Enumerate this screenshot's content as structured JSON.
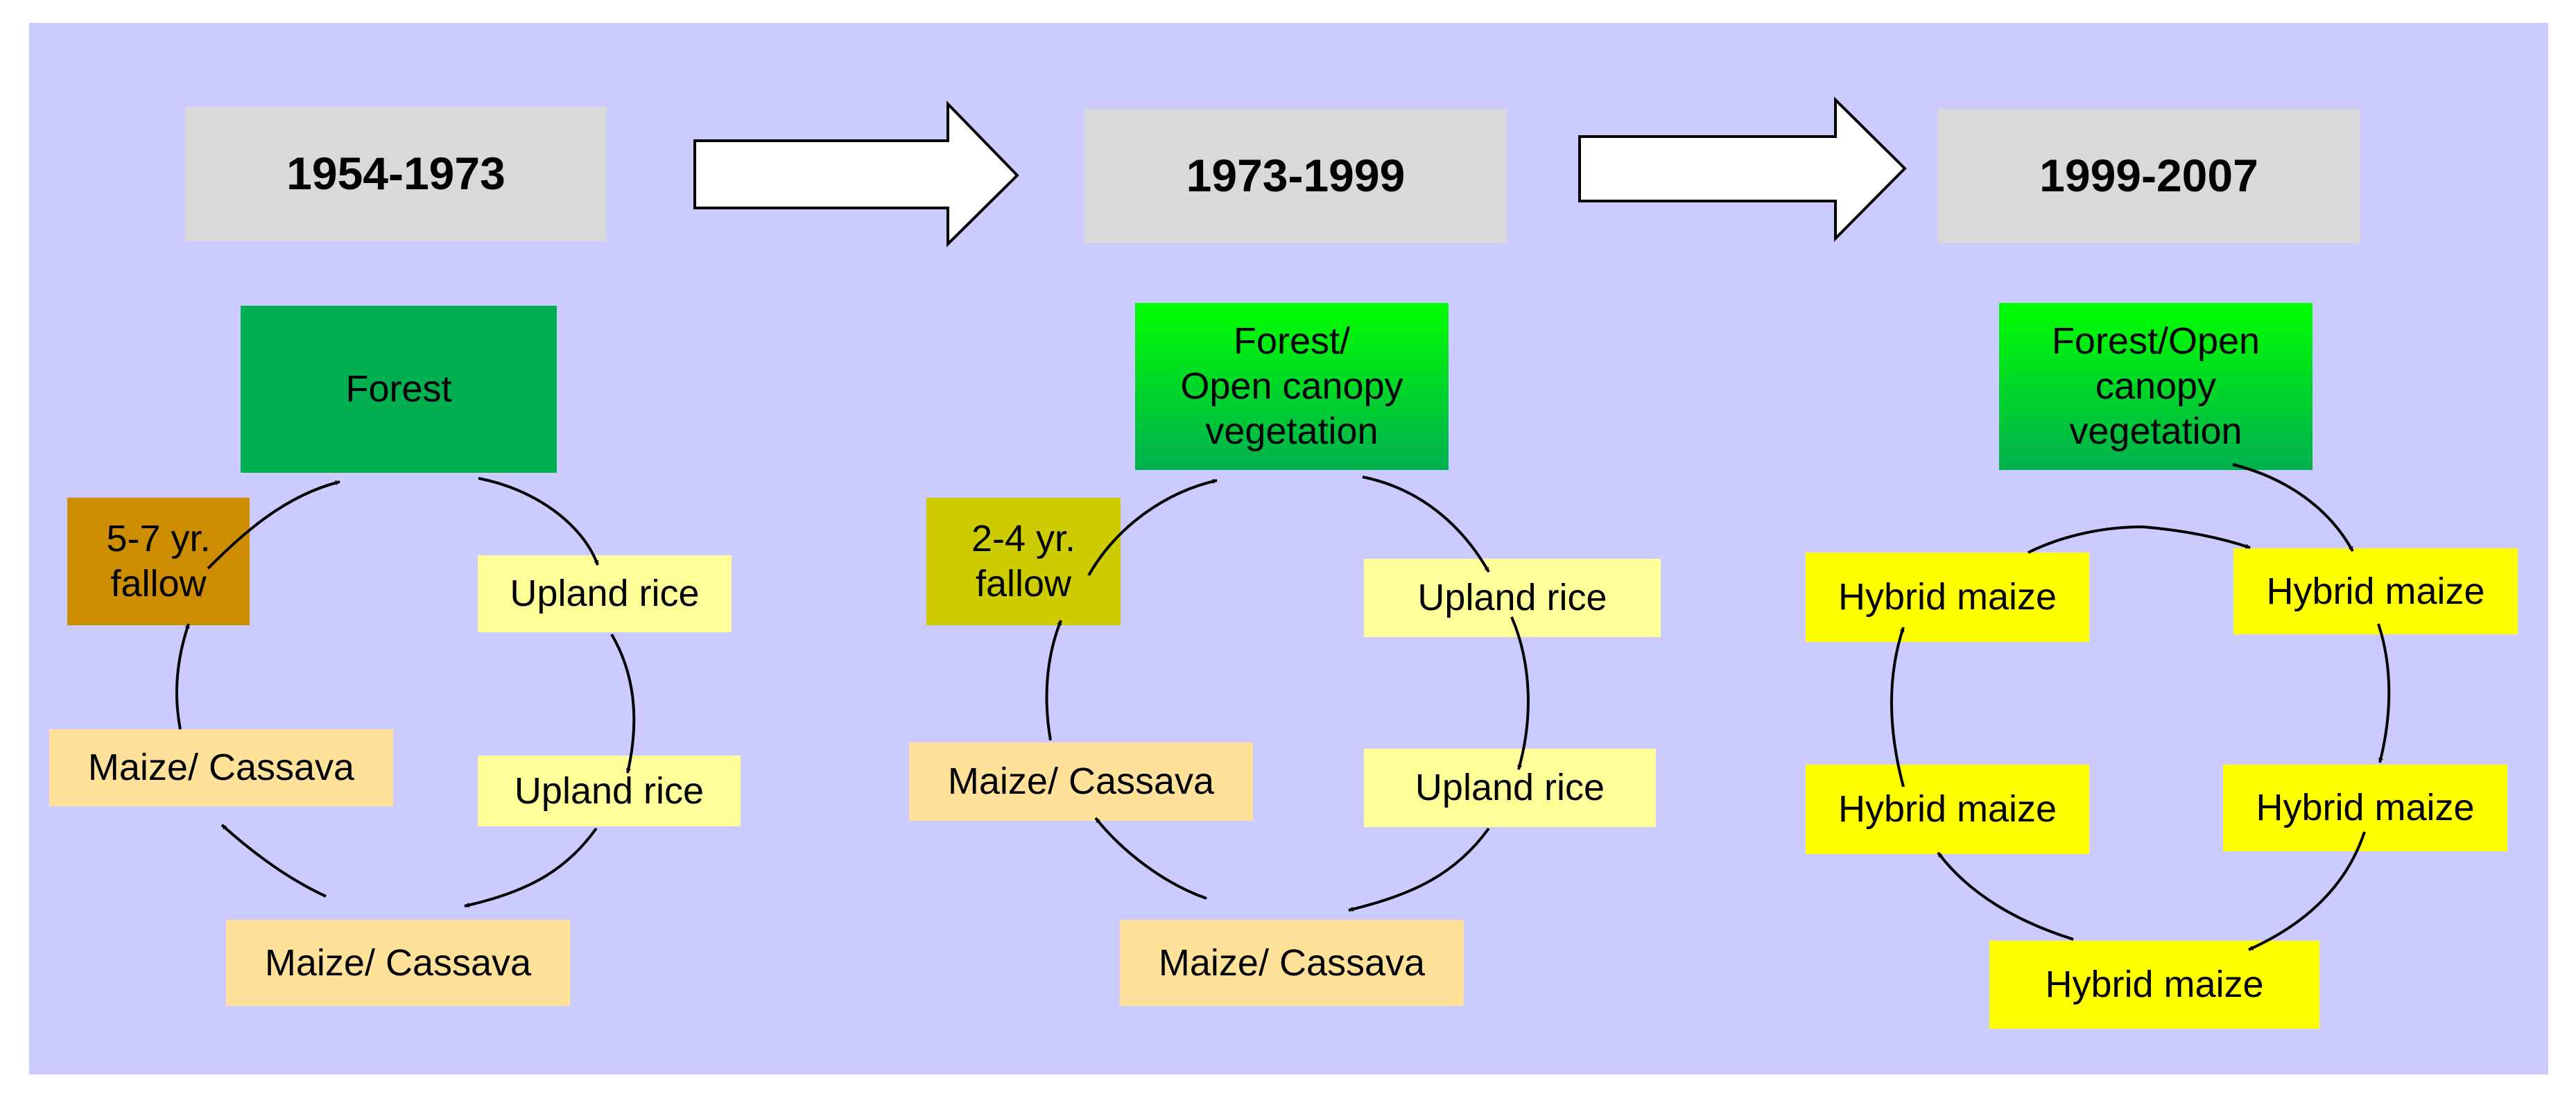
{
  "periods": [
    {
      "years": "1954-1973",
      "top": "Forest",
      "fallow": "5-7 yr.\nfallow",
      "crops": [
        "Upland rice",
        "Upland rice",
        "Maize/ Cassava",
        "Maize/ Cassava"
      ]
    },
    {
      "years": "1973-1999",
      "top": "Forest/\nOpen canopy\nvegetation",
      "fallow": "2-4 yr.\nfallow",
      "crops": [
        "Upland rice",
        "Upland rice",
        "Maize/ Cassava",
        "Maize/ Cassava"
      ]
    },
    {
      "years": "1999-2007",
      "top": "Forest/Open\ncanopy\nvegetation",
      "crops": [
        "Hybrid maize",
        "Hybrid maize",
        "Hybrid maize",
        "Hybrid maize",
        "Hybrid maize"
      ]
    }
  ],
  "colors": {
    "background": "#cccbff",
    "period_box": "#d9d9d9",
    "forest": "#00b050",
    "forest_gradient_top": "#00ff00",
    "fallow_5_7": "#cc8e00",
    "fallow_2_4": "#cccc00",
    "upland_rice": "#ffff99",
    "maize_cassava": "#ffe19a",
    "hybrid_maize": "#ffff00"
  }
}
